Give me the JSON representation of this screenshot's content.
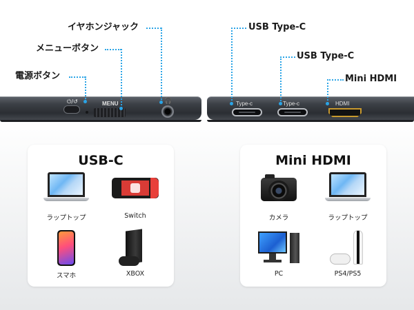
{
  "callouts": {
    "earphone_jack": "イヤホンジャック",
    "menu_button": "メニューボタン",
    "power_button": "電源ボタン",
    "usb_typec_1": "USB Type-C",
    "usb_typec_2": "USB Type-C",
    "mini_hdmi": "Mini HDMI"
  },
  "device_labels": {
    "menu": "MENU",
    "port1": "Type-c",
    "port2": "Type-c",
    "port3": "HDMI"
  },
  "usbc_card": {
    "title": "USB-C",
    "items": [
      {
        "label": "ラップトップ",
        "icon": "laptop-icon"
      },
      {
        "label": "Switch",
        "icon": "nintendo-switch-icon"
      },
      {
        "label": "スマホ",
        "icon": "smartphone-icon"
      },
      {
        "label": "XBOX",
        "icon": "xbox-console-icon"
      }
    ]
  },
  "hdmi_card": {
    "title": "Mini HDMI",
    "items": [
      {
        "label": "カメラ",
        "icon": "camera-icon"
      },
      {
        "label": "ラップトップ",
        "icon": "laptop-icon"
      },
      {
        "label": "PC",
        "icon": "desktop-pc-icon"
      },
      {
        "label": "PS4/PS5",
        "icon": "playstation-console-icon"
      }
    ]
  },
  "colors": {
    "accent_line": "#2aa4e6",
    "device_dark": "#2b2e33",
    "hdmi_gold": "#c99a2e"
  }
}
